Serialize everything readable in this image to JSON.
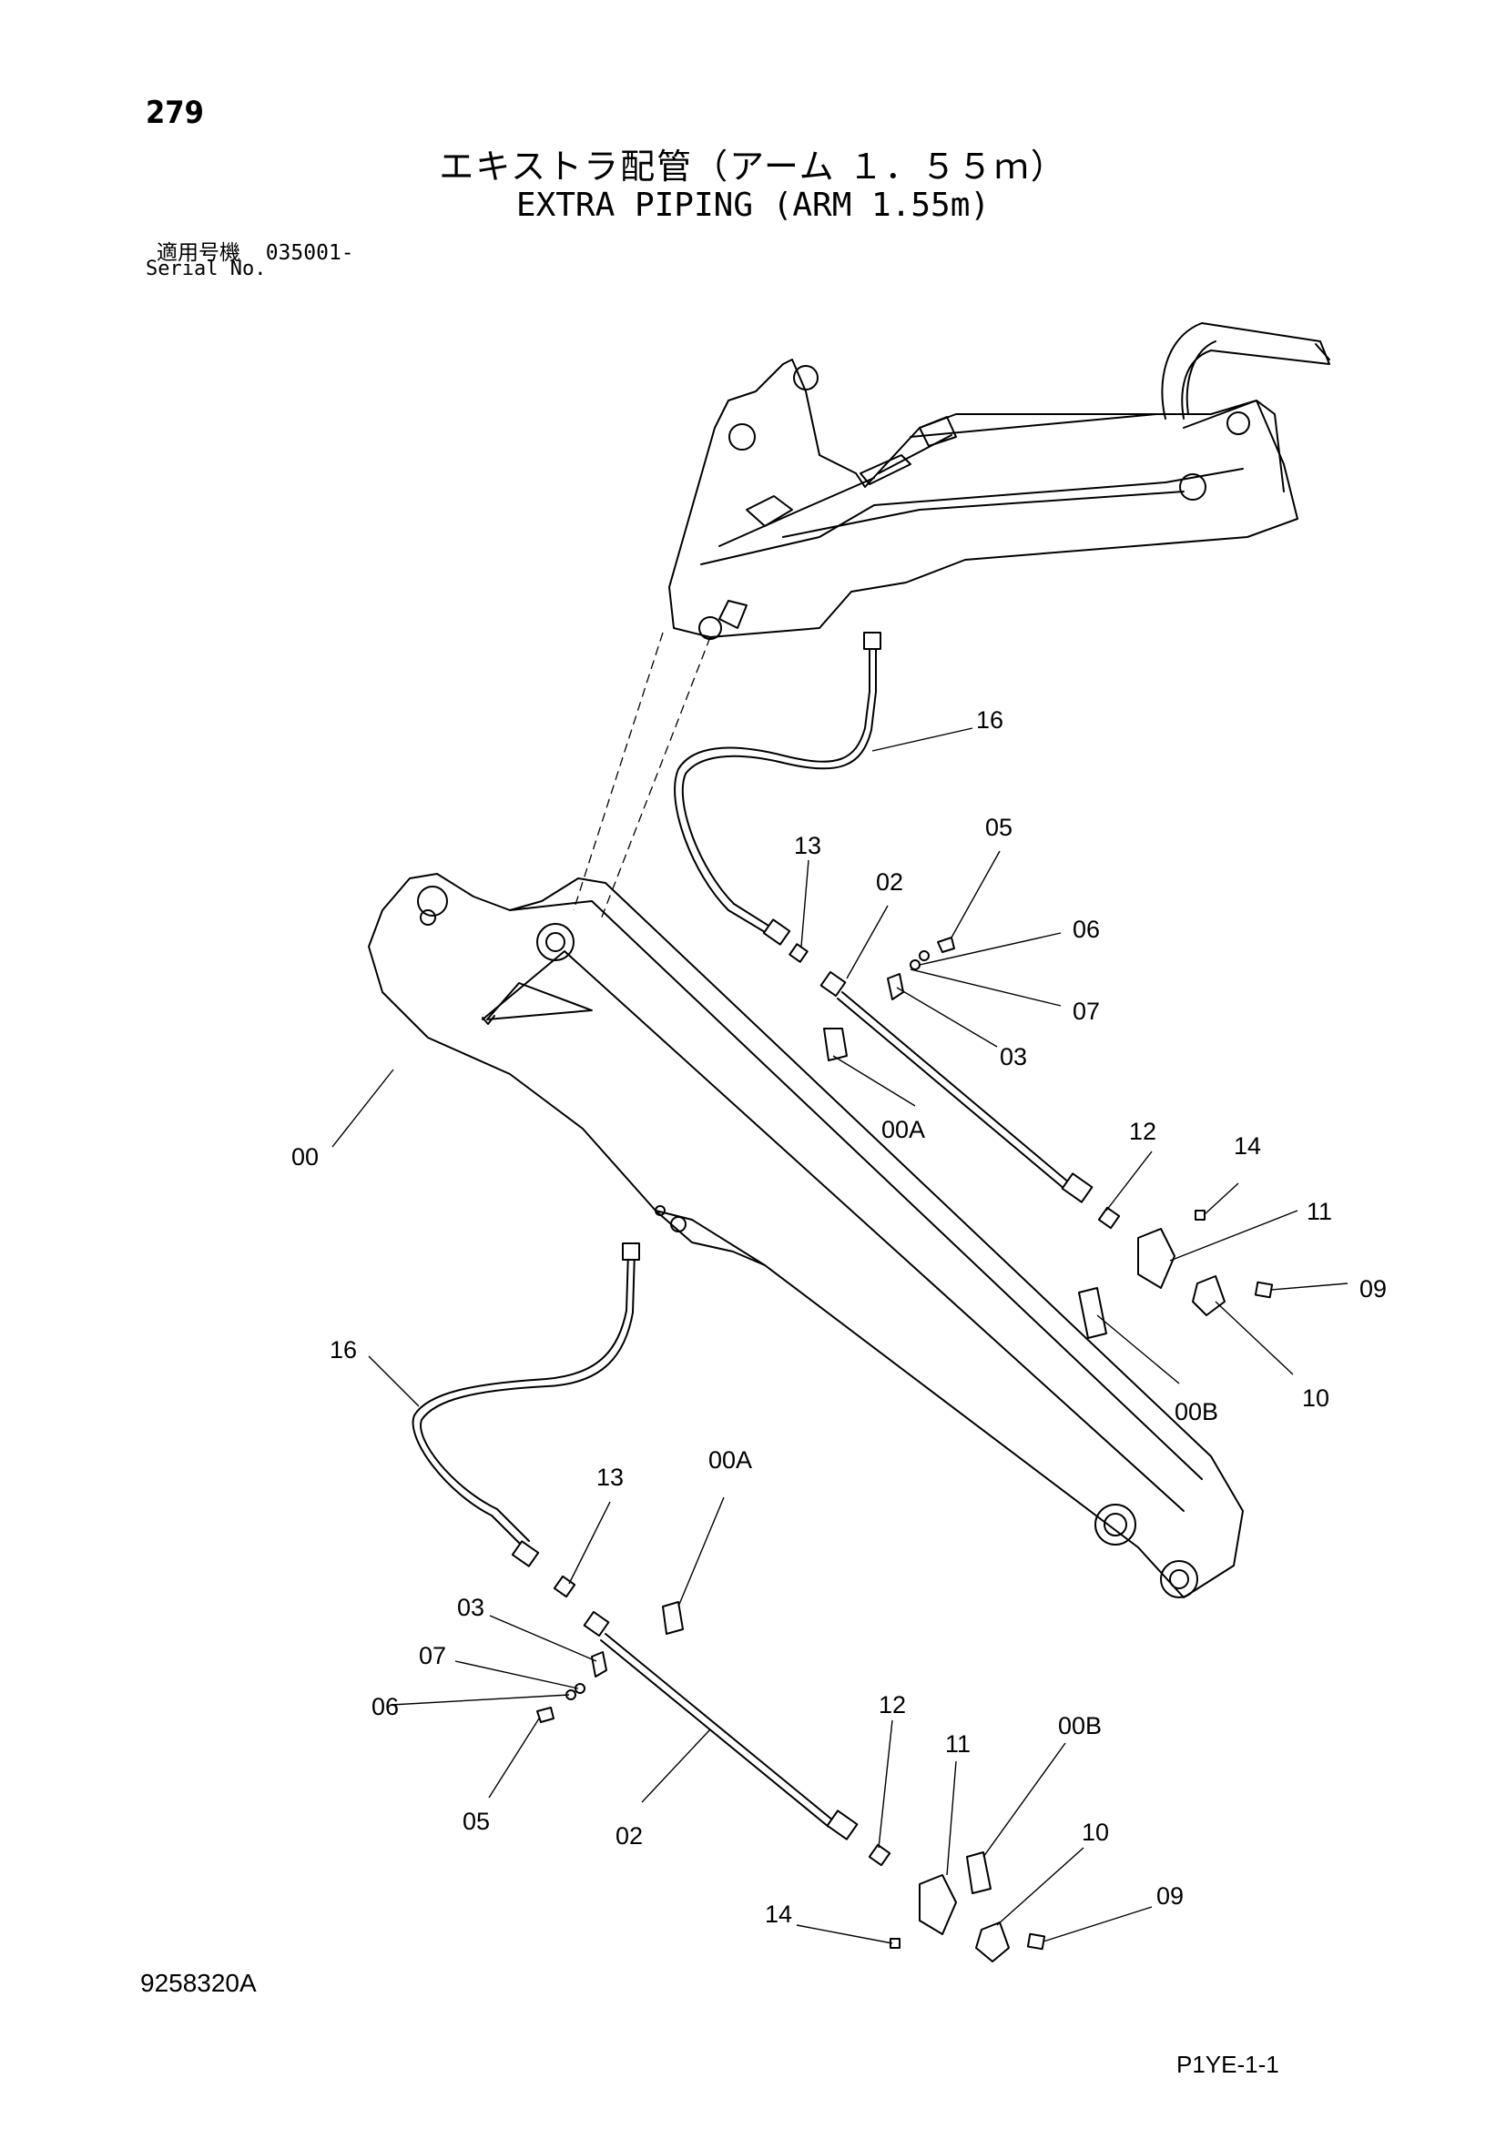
{
  "page_number": "279",
  "title_jp": "エキストラ配管（アーム １．５５ｍ）",
  "title_en": "EXTRA PIPING (ARM 1.55m)",
  "serial": {
    "label_jp": "適用号機",
    "number": "035001-",
    "label_en": "Serial No."
  },
  "drawing_number": "9258320A",
  "sheet_ref": "P1YE-1-1",
  "callouts": {
    "c00": "00",
    "c16_top": "16",
    "c05_top": "05",
    "c13_top": "13",
    "c02_top": "02",
    "c06_top": "06",
    "c07_top": "07",
    "c03_top": "03",
    "c00A_top": "00A",
    "c12_top": "12",
    "c14_top": "14",
    "c11_top": "11",
    "c09_top": "09",
    "c10_top": "10",
    "c00B_top": "00B",
    "c16_bot": "16",
    "c13_bot": "13",
    "c00A_bot": "00A",
    "c03_bot": "03",
    "c07_bot": "07",
    "c06_bot": "06",
    "c05_bot": "05",
    "c02_bot": "02",
    "c12_bot": "12",
    "c11_bot": "11",
    "c00B_bot": "00B",
    "c10_bot": "10",
    "c09_bot": "09",
    "c14_bot": "14"
  }
}
